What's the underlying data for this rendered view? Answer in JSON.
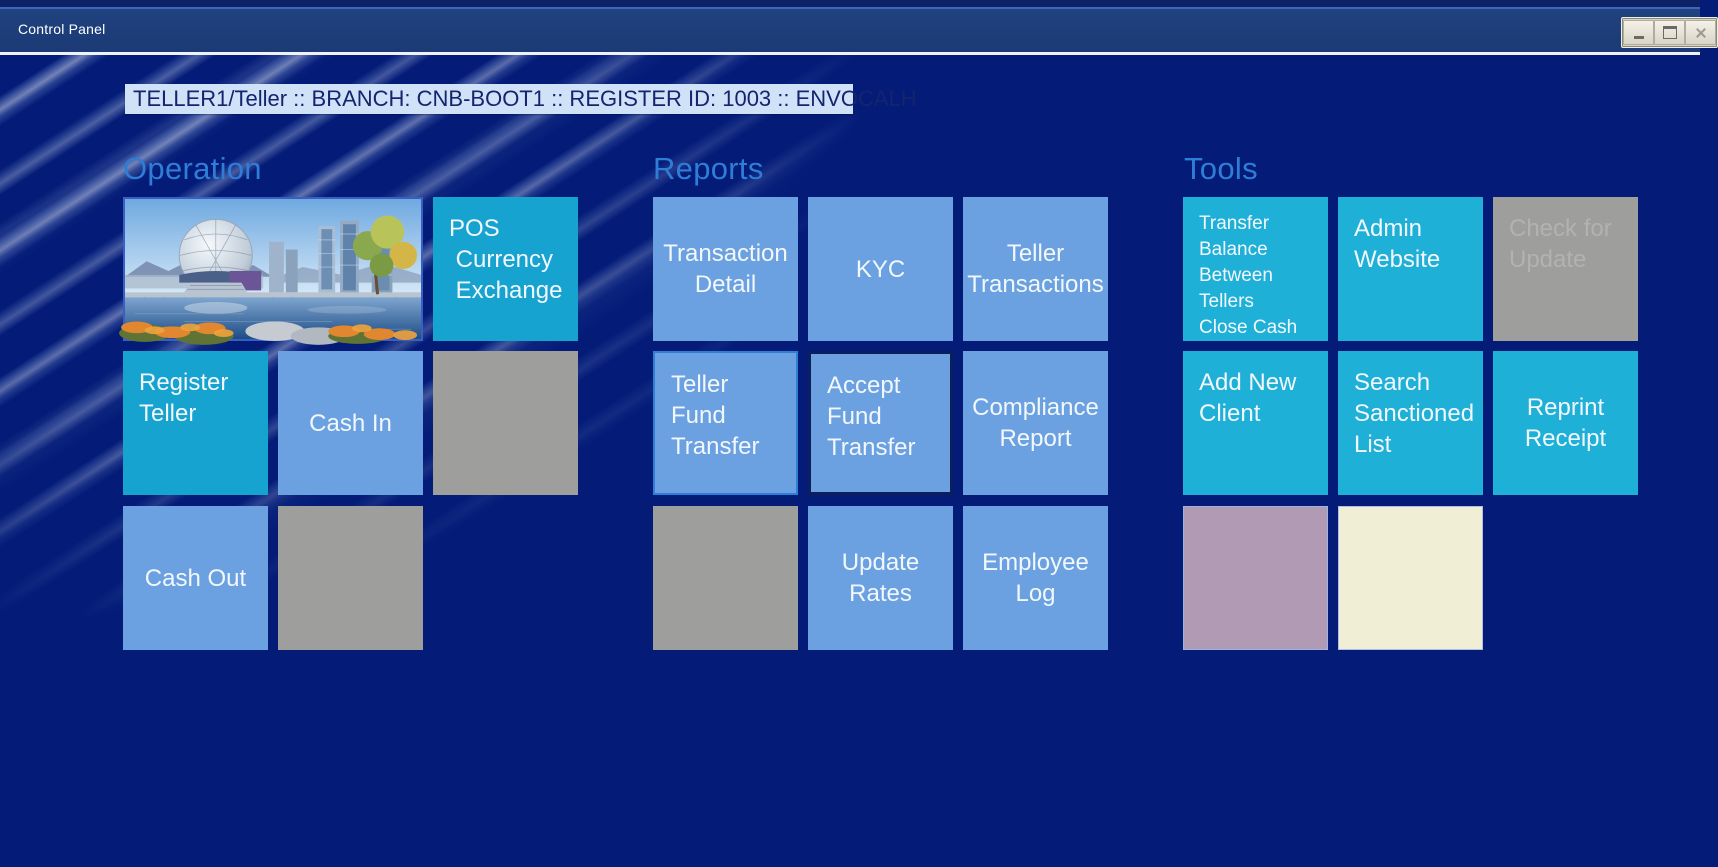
{
  "window": {
    "title": "Control Panel",
    "controls": {
      "minimize": "minimize",
      "maximize": "maximize",
      "close": "close"
    }
  },
  "status_bar": {
    "text": "TELLER1/Teller :: BRANCH: CNB-BOOT1 :: REGISTER ID: 1003 :: ENVOCALH"
  },
  "sections": [
    {
      "title": "Operation"
    },
    {
      "title": "Reports"
    },
    {
      "title": "Tools"
    }
  ],
  "tiles": {
    "photo": "",
    "pos_currency_exchange": "POS\n Currency\n Exchange",
    "register_teller": "Register Teller",
    "cash_in": "Cash In",
    "cash_out": "Cash Out",
    "transaction_detail": "Transaction\nDetail",
    "kyc": "KYC",
    "teller_transactions": "Teller\nTransactions",
    "teller_fund_transfer": "Teller Fund\nTransfer",
    "accept_fund_transfer": "Accept\nFund Transfer",
    "compliance_report": "Compliance\nReport",
    "update_rates": "Update Rates",
    "employee_log": "Employee\nLog",
    "transfer_balance": "Transfer Balance\nBetween Tellers\nClose Cash",
    "admin_website": "Admin\nWebsite",
    "check_for_update": "Check for\nUpdate",
    "add_new_client": "Add New\nClient",
    "search_sanctioned_list": "Search\nSanctioned\nList",
    "reprint_receipt": "Reprint\nReceipt"
  },
  "colors": {
    "background": "#041c78",
    "titlebar": "#1d3e7c",
    "status_bar_bg": "#cfe2f8",
    "status_text": "#14246e",
    "section_title": "#2e7ed8",
    "tile_blue": "#6ba1e0",
    "tile_cyan_operation": "#16a3cf",
    "tile_cyan_tools": "#1fb0d8",
    "tile_gray": "#9e9e9c",
    "tile_mauve": "#b09ab4",
    "tile_cream": "#f1eed6",
    "disabled_text": "#b4b2b0",
    "focus_border": "#2f7fd6"
  }
}
